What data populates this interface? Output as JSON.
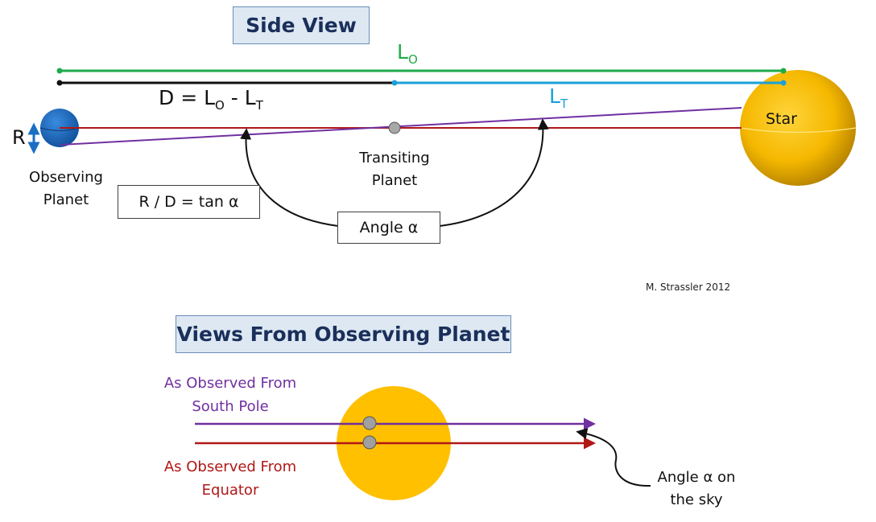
{
  "side_view": {
    "title": "Side View",
    "label_lo": "L",
    "label_lo_sub": "O",
    "label_lt": "L",
    "label_lt_sub": "T",
    "eq_d_prefix": "D = ",
    "eq_d_l1": "L",
    "eq_d_l1_sub": "O",
    "eq_d_minus": " - ",
    "eq_d_l2": "L",
    "eq_d_l2_sub": "T",
    "label_r": "R",
    "star_label": "Star",
    "observing_planet_line1": "Observing",
    "observing_planet_line2": "Planet",
    "transiting_planet_line1": "Transiting",
    "transiting_planet_line2": "Planet",
    "tan_formula": "R / D = tan α",
    "angle_label": "Angle α",
    "credit": "M. Strassler 2012"
  },
  "views": {
    "title": "Views From Observing Planet",
    "south_pole_line1": "As Observed From",
    "south_pole_line2": "South Pole",
    "equator_line1": "As Observed From",
    "equator_line2": "Equator",
    "sky_angle_line1": "Angle α on",
    "sky_angle_line2": "the sky"
  },
  "colors": {
    "green_line": "#1faa4a",
    "black_line": "#111111",
    "cyan_line": "#1aa0d8",
    "red_line": "#b01818",
    "purple_line": "#7030a0",
    "star_fill": "#f5b800",
    "planet_blue": "#1a6fc4",
    "transiting_gray": "#9a9a9a",
    "title_text": "#1a2f5a"
  }
}
